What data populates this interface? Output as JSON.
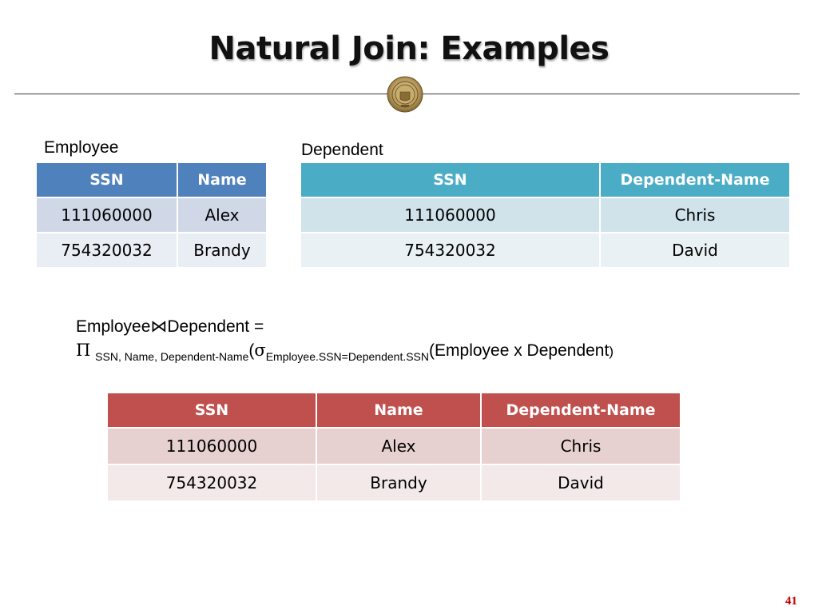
{
  "slide": {
    "title": "Natural Join: Examples",
    "page_number": "41"
  },
  "colors": {
    "employee_header": "#4f81bd",
    "dependent_header": "#4bacc6",
    "result_header": "#c0504d",
    "page_number": "#c00000"
  },
  "employee": {
    "caption": "Employee",
    "headers": [
      "SSN",
      "Name"
    ],
    "rows": [
      [
        "111060000",
        "Alex"
      ],
      [
        "754320032",
        "Brandy"
      ]
    ]
  },
  "dependent": {
    "caption": "Dependent",
    "headers": [
      "SSN",
      "Dependent-Name"
    ],
    "rows": [
      [
        "111060000",
        "Chris"
      ],
      [
        "754320032",
        "David"
      ]
    ]
  },
  "formula": {
    "line1_left": "Employee",
    "join_symbol": "⋈",
    "line1_right": "Dependent =",
    "pi": "Π",
    "projection": "SSN, Name, Dependent-Name",
    "open_paren": "(",
    "sigma": "σ",
    "selection": "Employee.SSN=Dependent.SSN",
    "operand": "(Employee x Dependent",
    "close_paren": ")"
  },
  "result": {
    "headers": [
      "SSN",
      "Name",
      "Dependent-Name"
    ],
    "rows": [
      [
        "111060000",
        "Alex",
        "Chris"
      ],
      [
        "754320032",
        "Brandy",
        "David"
      ]
    ]
  }
}
